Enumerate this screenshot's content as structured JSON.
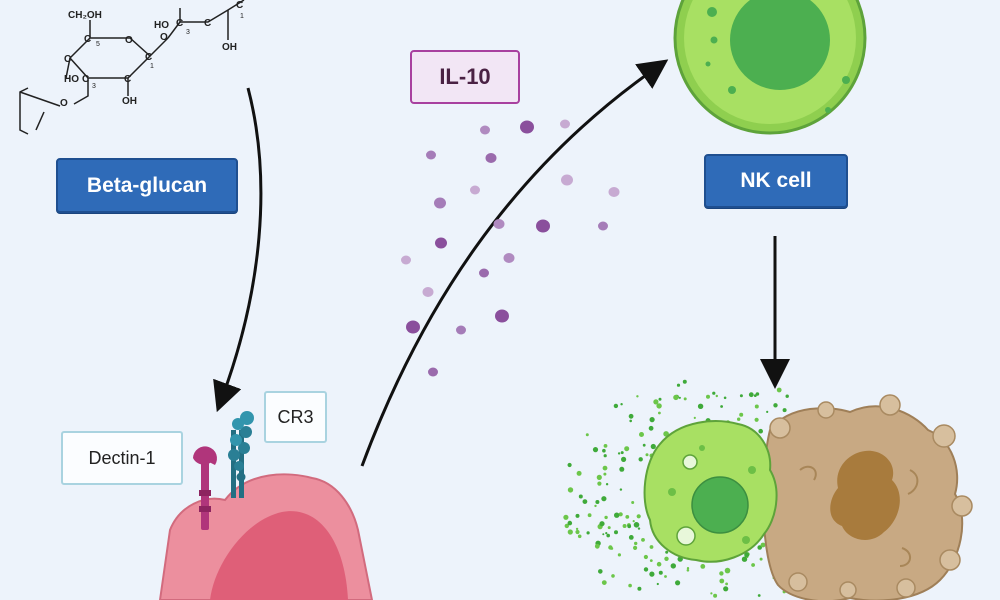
{
  "labels": {
    "beta_glucan": "Beta-glucan",
    "il10": "IL-10",
    "nk_cell": "NK cell",
    "dectin1": "Dectin-1",
    "cr3": "CR3"
  },
  "molecule_atoms": {
    "ch2oh": "CH₂OH",
    "c": "C",
    "o": "O",
    "ho": "HO",
    "oh": "OH",
    "n1": "1",
    "n3": "3",
    "n5": "5"
  },
  "colors": {
    "background": "#edf3fb",
    "label_blue": "#2f6bb8",
    "il10_border": "#a8409f",
    "dot_purple": "#8a4f9c",
    "nk_green": "#9bd95a",
    "nk_nucleus": "#4caf50",
    "macrophage_pink": "#ec8f9e",
    "tumor_tan": "#c8a983",
    "arrow": "#111111"
  }
}
